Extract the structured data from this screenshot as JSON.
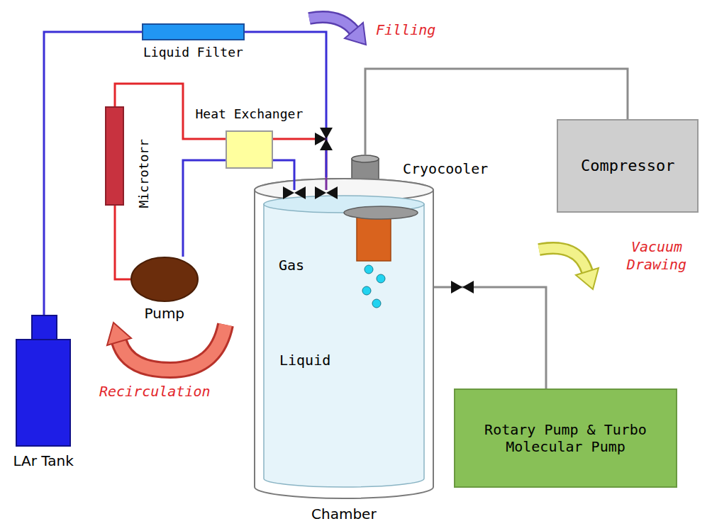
{
  "diagram": {
    "nodes": [
      {
        "text": [
          "Liquid Filter"
        ]
      },
      {
        "text": [
          "Heat Exchanger"
        ]
      },
      {
        "text": [
          "Microtorr"
        ]
      },
      {
        "text": [
          "Pump"
        ]
      },
      {
        "text": [
          "LAr Tank"
        ]
      },
      {
        "text": [
          "Cryocooler"
        ]
      },
      {
        "text": [
          "Compressor"
        ]
      },
      {
        "text": [
          "Chamber"
        ]
      },
      {
        "text": [
          "Liquid"
        ],
        "in": 7
      },
      {
        "text": [
          "Rotary Pump & Turbo Molecular Pump"
        ]
      }
    ],
    "edges": [
      {
        "from": 4,
        "to": 0,
        "arrow": "none"
      },
      {
        "from": 0,
        "to": 7,
        "arrow": "none"
      },
      {
        "from": 2,
        "to": 1,
        "arrow": "none"
      },
      {
        "from": 1,
        "to": 7,
        "arrow": "none"
      },
      {
        "from": 3,
        "to": 2,
        "arrow": "none"
      },
      {
        "from": 3,
        "to": 1,
        "arrow": "none"
      },
      {
        "from": 1,
        "to": 7,
        "arrow": "none"
      },
      {
        "from": 5,
        "to": 6,
        "arrow": "none"
      },
      {
        "from": 7,
        "to": 9,
        "arrow": "none"
      }
    ],
    "labels": [
      "Filling",
      "Vacuum Drawing",
      "Recirculation",
      "Gas"
    ]
  }
}
